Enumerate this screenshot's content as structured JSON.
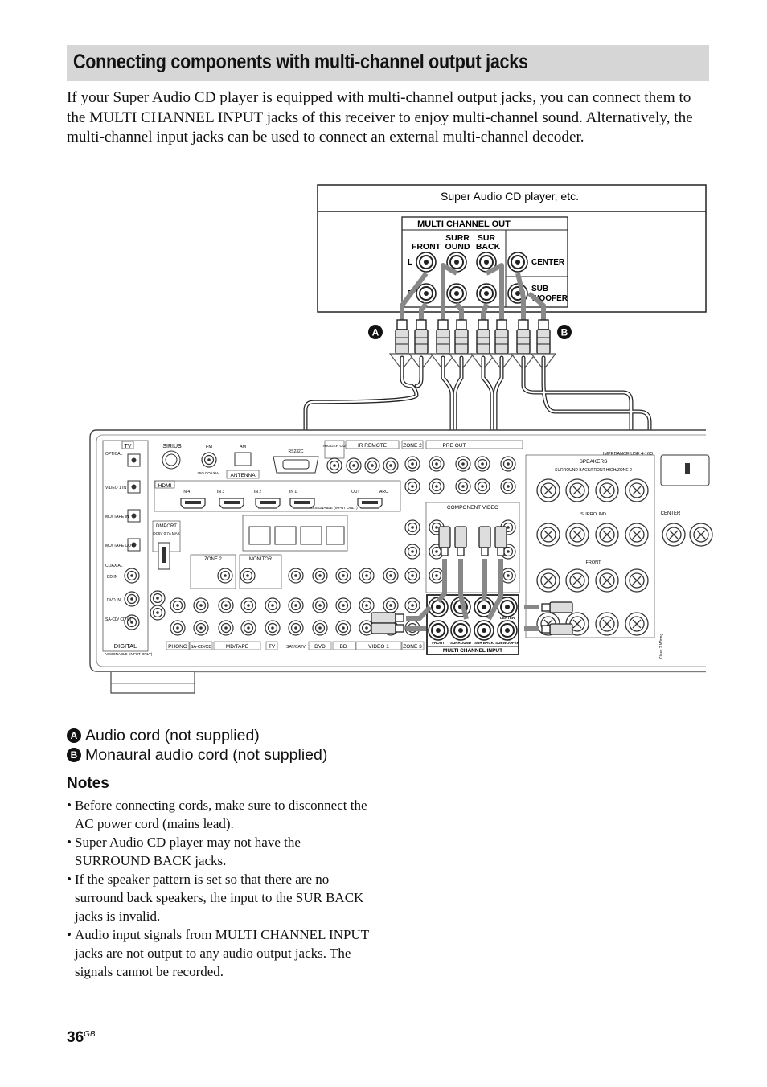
{
  "section": {
    "title": "Connecting components with multi-channel output jacks"
  },
  "intro": "If your Super Audio CD player is equipped with multi-channel output jacks, you can connect them to the MULTI CHANNEL INPUT jacks of this receiver to enjoy multi-channel sound. Alternatively, the multi-channel input jacks can be used to connect an external multi-channel decoder.",
  "diagram": {
    "player_label": "Super Audio CD player, etc.",
    "multi_out_header": "MULTI CHANNEL OUT",
    "out_col_front": "FRONT",
    "out_col_surr_1": "SURR",
    "out_col_surr_2": "OUND",
    "out_col_sur_back_1": "SUR",
    "out_col_sur_back_2": "BACK",
    "out_row_l": "L",
    "out_row_r": "R",
    "out_center": "CENTER",
    "out_sub_1": "SUB",
    "out_sub_2": "WOOFER",
    "marker_a": "A",
    "marker_b": "B",
    "receiver": {
      "tv": "TV",
      "sirius": "SIRIUS",
      "fm": "FM",
      "am": "AM",
      "antenna": "ANTENNA",
      "fm_coaxial": "75Ω COAXIAL",
      "rs232c": "RS232C",
      "trigger_out": "TRIGGER OUT",
      "ir_remote": "IR REMOTE",
      "zone2": "ZONE 2",
      "preout": "PRE OUT",
      "impedance": "IMPEDANCE USE 4-16Ω",
      "speakers": "SPEAKERS",
      "surround_back": "SURROUND BACK/FRONT HIGH/ZONE 2",
      "surround": "SURROUND",
      "front": "FRONT",
      "center": "CENTER",
      "hdmi": "HDMI",
      "hdmi_in4": "IN 4",
      "hdmi_in3": "IN 3",
      "hdmi_in2": "IN 2",
      "hdmi_in1": "IN 1",
      "hdmi_out": "OUT",
      "hdmi_arc": "ARC",
      "assignable": "ASSIGNABLE (INPUT ONLY)",
      "dmport": "DMPORT",
      "dmport_rating": "DC5V 0.7A MAX",
      "monitor": "MONITOR",
      "component_video": "COMPONENT VIDEO",
      "optical": "OPTICAL",
      "coaxial": "COAXIAL",
      "video1_in": "VIDEO 1 IN",
      "md_tape_in": "MD/ TAPE IN",
      "md_tape_out": "MD/ TAPE OUT",
      "bd_in": "BD IN",
      "dvd_in": "DVD IN",
      "sacd_in": "SA-CD/ CD IN",
      "digital": "DIGITAL",
      "assignable_digital": "ASSIGNABLE (INPUT ONLY)",
      "phono": "PHONO",
      "sacd": "SA-CD/CD",
      "mdtape": "MD/TAPE",
      "satcatv": "SAT/CATV",
      "dvd": "DVD",
      "bd": "BD",
      "video1": "VIDEO 1",
      "zone3": "ZONE 3",
      "mci_front": "FRONT",
      "mci_surround": "SURROUND",
      "mci_surback": "SUR BACK",
      "mci_sub": "SUBWOOFER",
      "mci_center": "CENTER",
      "mci_title": "MULTI CHANNEL INPUT",
      "class_wiring": "Class 2 Wiring"
    }
  },
  "legend": [
    {
      "marker": "A",
      "text": "Audio cord (not supplied)"
    },
    {
      "marker": "B",
      "text": "Monaural audio cord (not supplied)"
    }
  ],
  "notes": {
    "heading": "Notes",
    "items": [
      "Before connecting cords, make sure to disconnect the AC power cord (mains lead).",
      "Super Audio CD player may not have the SURROUND BACK jacks.",
      "If the speaker pattern is set so that there are no surround back speakers, the input to the SUR BACK jacks is invalid.",
      "Audio input signals from MULTI CHANNEL INPUT jacks are not output to any audio output jacks. The signals cannot be recorded."
    ]
  },
  "page": {
    "number": "36",
    "suffix": "GB"
  }
}
